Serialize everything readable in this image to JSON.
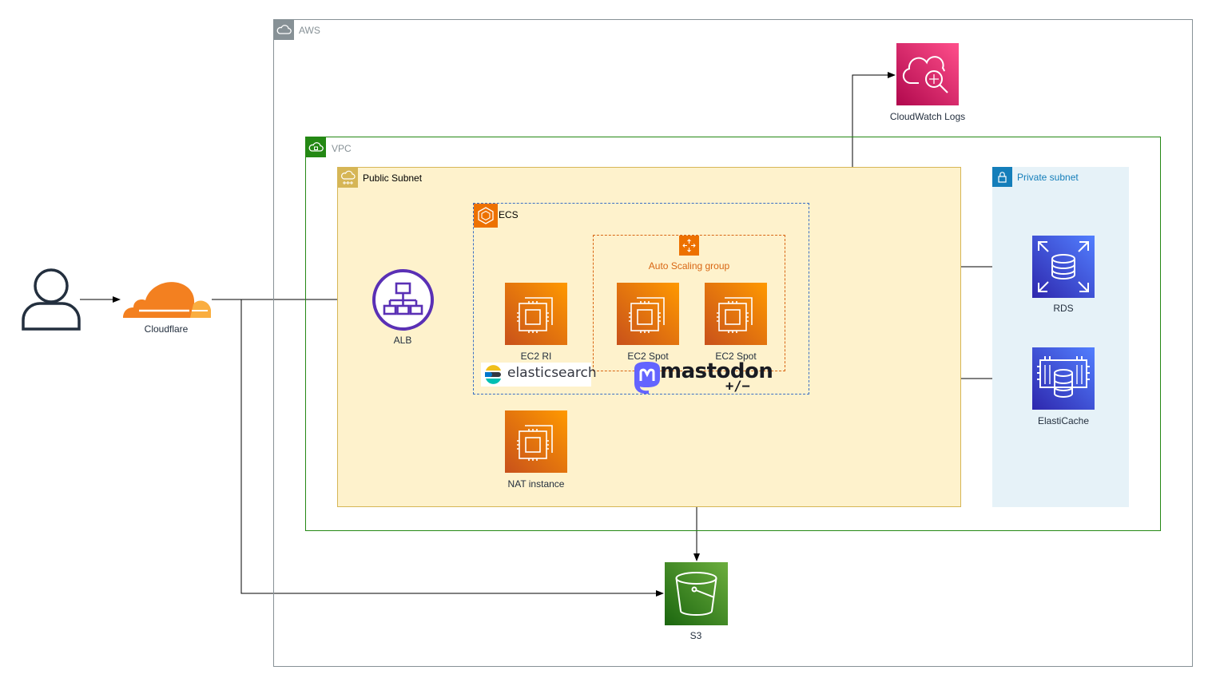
{
  "groups": {
    "aws": "AWS",
    "vpc": "VPC",
    "public_subnet": "Public Subnet",
    "private_subnet": "Private subnet",
    "ecs": "ECS",
    "asg": "Auto Scaling group"
  },
  "nodes": {
    "user": "",
    "cloudflare": "Cloudflare",
    "alb": "ALB",
    "ec2_ri": "EC2 RI",
    "ec2_spot_1": "EC2 Spot",
    "ec2_spot_2": "EC2 Spot",
    "nat": "NAT instance",
    "cloudwatch": "CloudWatch Logs",
    "rds": "RDS",
    "elasticache": "ElastiCache",
    "s3": "S3"
  },
  "logos": {
    "elasticsearch": "elasticsearch",
    "mastodon": "mastodon",
    "mastodon_sub": "+/−"
  },
  "colors": {
    "aws_border": "#879196",
    "vpc_border": "#248814",
    "public_fill": "#fef2cc",
    "public_border": "#d6b656",
    "private_fill": "#e6f2f8",
    "private_text": "#147eba",
    "ecs_border": "#3b6fc4",
    "asg_border": "#d86613",
    "compute": "#ed7100",
    "alb": "#5a30b5",
    "cloudwatch": "#e7157b",
    "database": "#3b48cc",
    "s3": "#3f8624",
    "cloudflare": "#f38020",
    "mastodon": "#6364ff"
  }
}
